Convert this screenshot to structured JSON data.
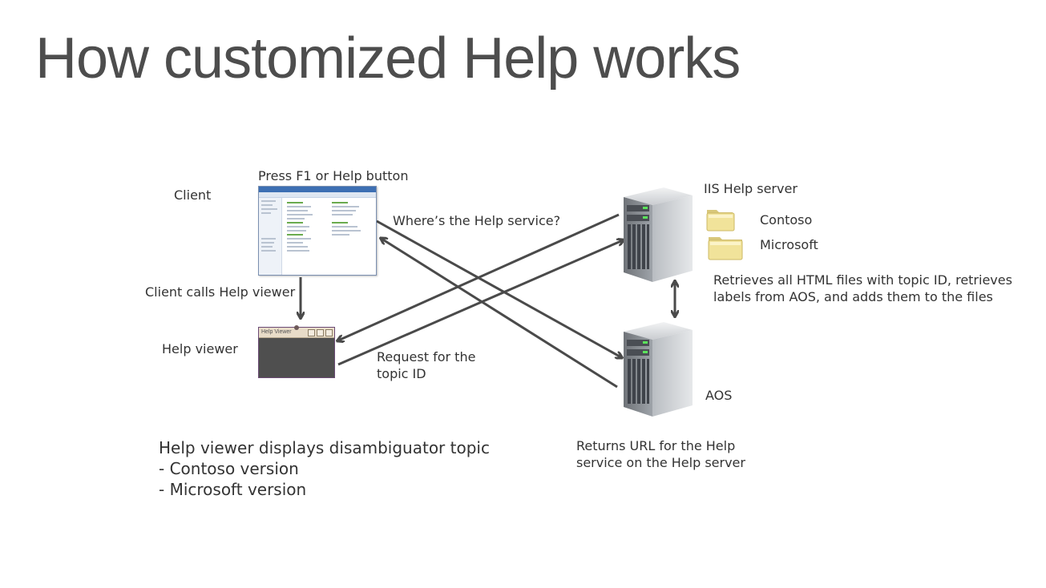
{
  "slide": {
    "title": "How customized Help works"
  },
  "labels": {
    "press_f1": "Press F1 or Help button",
    "client": "Client",
    "client_calls": "Client calls Help viewer",
    "help_viewer": "Help viewer",
    "wheres_help": "Where’s the Help service?",
    "request_topic": "Request for the topic ID",
    "iis_server": "IIS Help server",
    "contoso": "Contoso",
    "microsoft": "Microsoft",
    "retrieves": "Retrieves all HTML files with topic ID, retrieves labels from AOS, and adds them to the files",
    "aos": "AOS",
    "returns_url": "Returns URL for the Help service on the Help server",
    "hv_window_title": "Help Viewer"
  },
  "summary": {
    "line1": "Help viewer displays disambiguator topic",
    "line2": "- Contoso version",
    "line3": "- Microsoft version"
  },
  "colors": {
    "title": "#4d4d4d",
    "arrow": "#4a4a4a",
    "server_body": "#8a8f96",
    "folder": "#f1e39a"
  },
  "icons": {
    "client_window": "client-window-icon",
    "help_viewer_window": "help-viewer-window-icon",
    "server": "server-icon",
    "folder": "folder-icon"
  }
}
